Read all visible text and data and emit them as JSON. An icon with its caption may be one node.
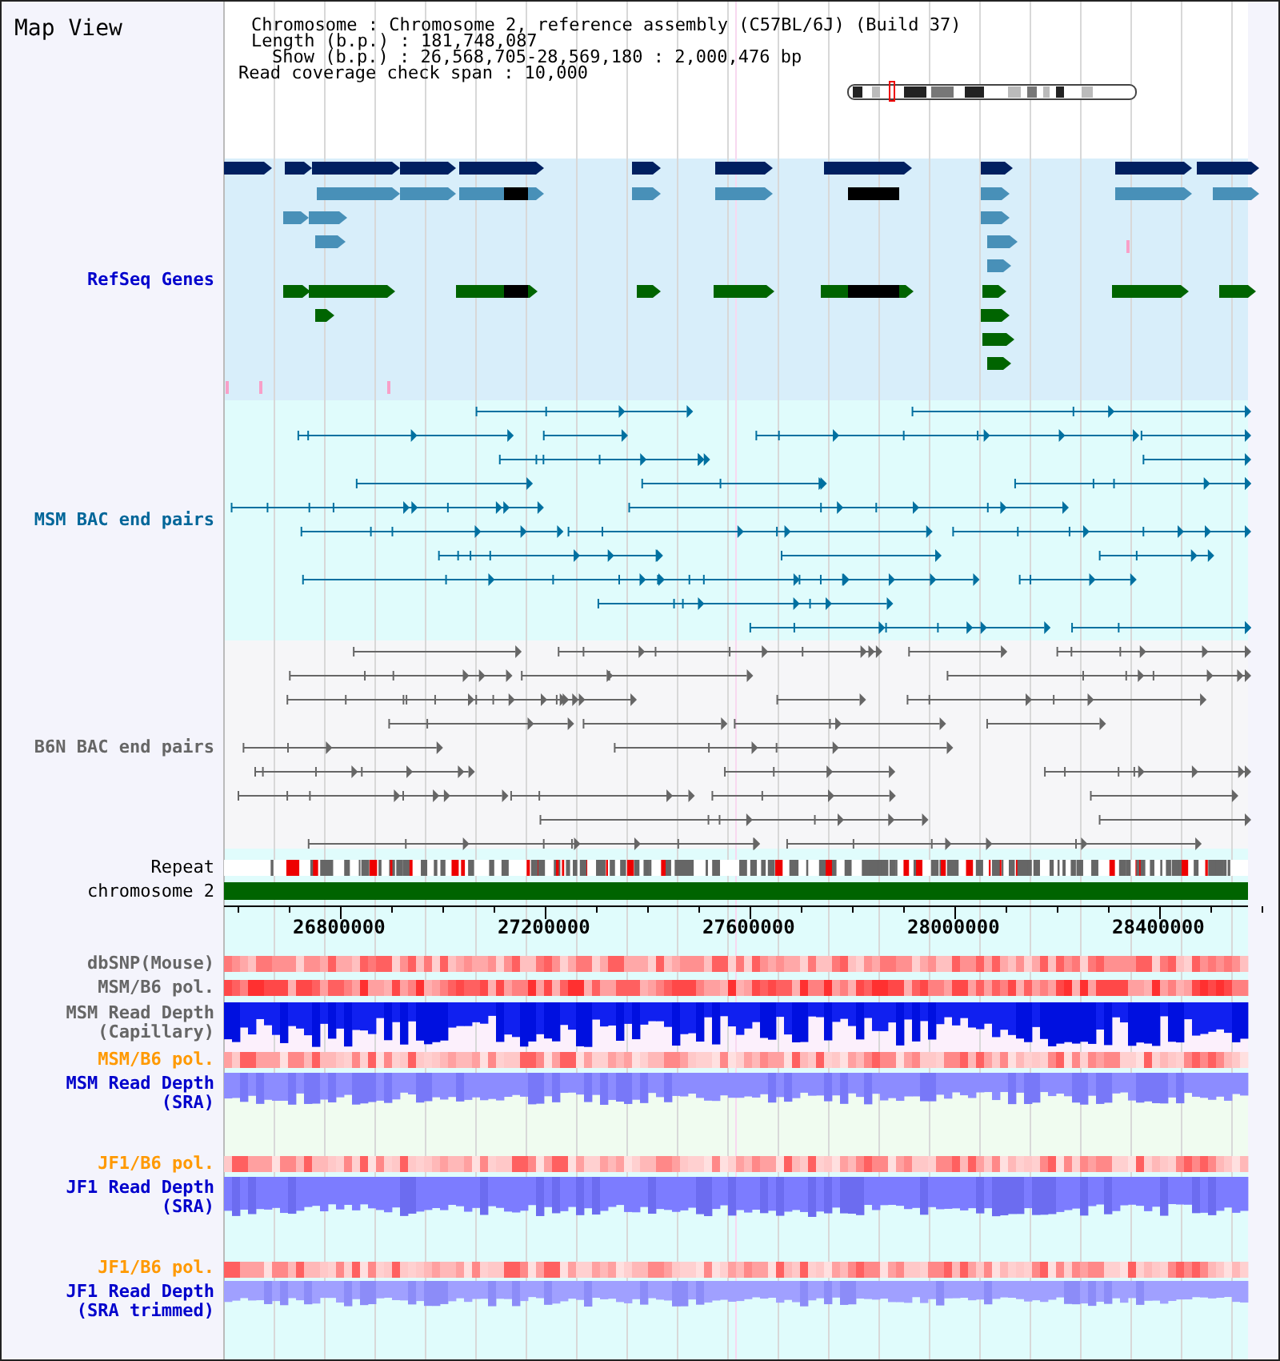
{
  "diagram": {
    "title": "Map View",
    "labels": [
      "Chromosome : Chromosome 2, reference assembly (C57BL/6J) (Build 37)",
      "Length (b.p.) : 181,748,087",
      "Show (b.p.) : 26,568,705-28,569,180 : 2,000,476 bp",
      "Read coverage check span : 10,000",
      "RefSeq Genes",
      "MSM BAC end pairs",
      "B6N BAC end pairs",
      "Repeat",
      "chromosome 2",
      "26800000",
      "27200000",
      "27600000",
      "28000000",
      "28400000",
      "dbSNP(Mouse)",
      "MSM/B6 pol.",
      "MSM Read Depth (Capillary)",
      "MSM/B6 pol.",
      "MSM Read Depth (SRA)",
      "JF1/B6 pol.",
      "JF1 Read Depth (SRA)",
      "JF1/B6 pol.",
      "JF1 Read Depth (SRA trimmed)"
    ]
  }
}
